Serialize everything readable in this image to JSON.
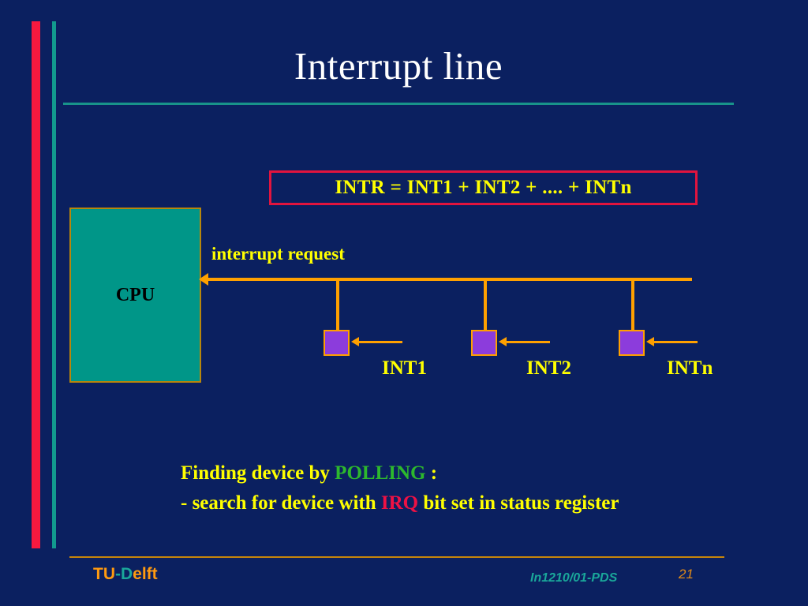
{
  "slide": {
    "title": "Interrupt line",
    "background_color": "#0b2060",
    "accent_colors": {
      "red_bar": "#f7193f",
      "teal_bar": "#129a8e",
      "yellow_text": "#ffff00",
      "orange_wire": "#ffa000",
      "teal_block": "#009688",
      "purple_device": "#8c3cdc",
      "crimson_border": "#e2143e",
      "green_keyword": "#2db82d",
      "red_keyword": "#ee1144"
    }
  },
  "formula": {
    "text": "INTR = INT1 + INT2 + ....  + INTn"
  },
  "diagram": {
    "cpu_label": "CPU",
    "bus_label": "interrupt request",
    "devices": [
      {
        "label": "INT1"
      },
      {
        "label": "INT2"
      },
      {
        "label": "INTn"
      }
    ]
  },
  "body": {
    "line1_prefix": "Finding device by ",
    "line1_keyword": "POLLING",
    "line1_suffix": " :",
    "line2_prefix": "- search for device with ",
    "line2_keyword": "IRQ",
    "line2_suffix": " bit set in status register"
  },
  "footer": {
    "brand_tu": "TU",
    "brand_delft_hyphen": "-",
    "brand_delft_d": "D",
    "brand_delft_rest": "elft",
    "doc_code": "In1210/01-PDS",
    "page_number": "21"
  }
}
